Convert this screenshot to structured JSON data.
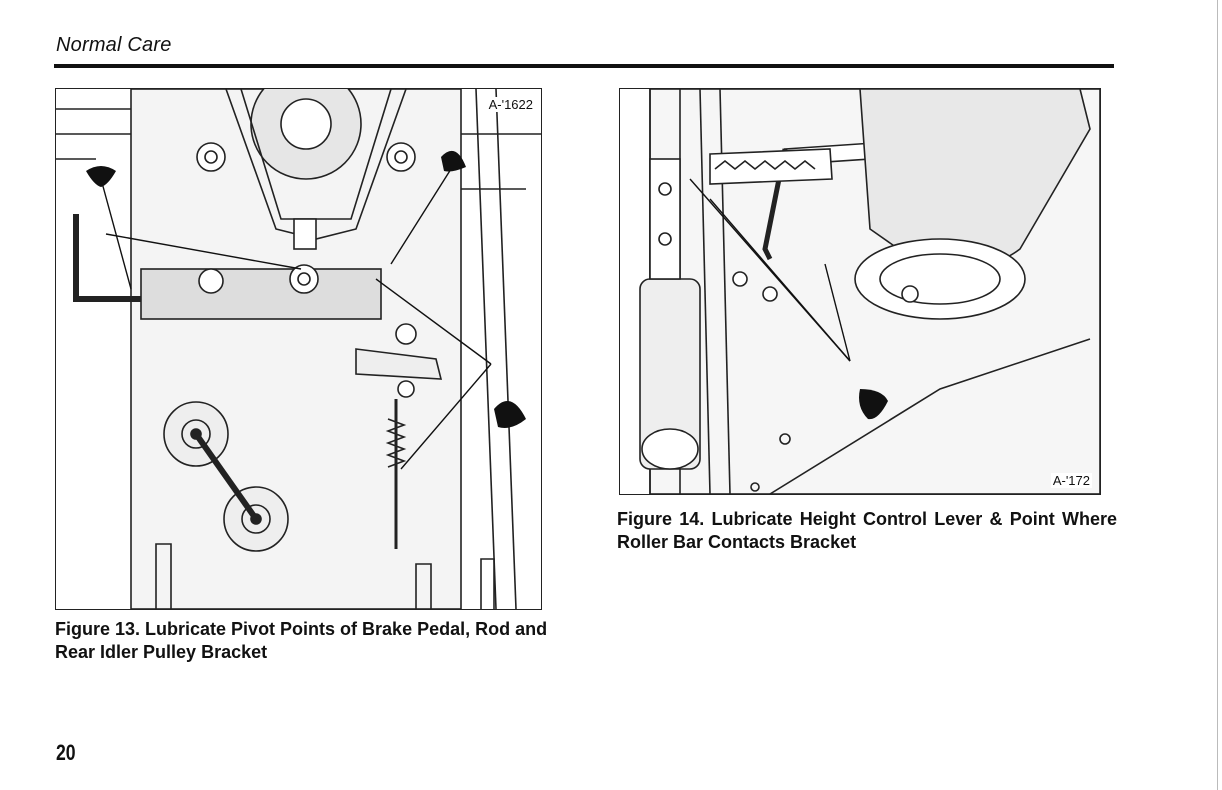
{
  "header": {
    "section_title": "Normal Care"
  },
  "figures": [
    {
      "code": "A-'1622",
      "caption": "Figure 13. Lubricate Pivot Points of Brake Pedal, Rod and Rear Idler Pulley Bracket",
      "icon": "oil-can-drop-icon"
    },
    {
      "code": "A-'172",
      "caption": "Figure 14. Lubricate Height Control Lever & Point Where Roller Bar Contacts Bracket",
      "icon": "oil-can-drop-icon"
    }
  ],
  "footer": {
    "page_number": "20"
  }
}
